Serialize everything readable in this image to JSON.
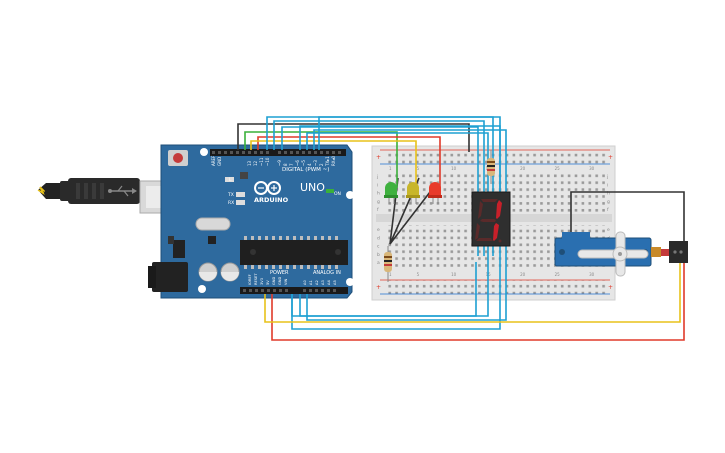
{
  "colors": {
    "background": "#ffffff",
    "arduino_board": "#2e6a9e",
    "breadboard": "#e6e6e6",
    "wire_blue": "#1ea0d2",
    "wire_red": "#e03a2a",
    "wire_green": "#3ab03a",
    "wire_yellow": "#e8c21a",
    "wire_black": "#333333",
    "led_green": "#3fb13f",
    "led_yellow": "#c8b62a",
    "led_red": "#e83a2a",
    "servo_body": "#2a6fb0",
    "display_segment": "#c8202a"
  },
  "arduino": {
    "brand": "ARDUINO",
    "model": "UNO",
    "on_label": "ON",
    "digital_label": "DIGITAL (PWM ~)",
    "power_label": "POWER",
    "analog_label": "ANALOG IN",
    "tx_label": "TX",
    "rx_label": "RX",
    "l_label": "L",
    "aref_label": "AREF",
    "gnd_label": "GND",
    "digital_pins": [
      "13",
      "12",
      "~11",
      "~10",
      "~9",
      "8",
      "7",
      "~6",
      "~5",
      "4",
      "~3",
      "2",
      "TX▸1",
      "RX◂0"
    ],
    "power_pins": [
      "IOREF",
      "RESET",
      "3V3",
      "5V",
      "GND",
      "GND",
      "VIN"
    ],
    "analog_pins": [
      "A0",
      "A1",
      "A2",
      "A3",
      "A4",
      "A5"
    ]
  },
  "breadboard": {
    "row_letters_top": [
      "j",
      "i",
      "h",
      "g",
      "f"
    ],
    "row_letters_bottom": [
      "e",
      "d",
      "c",
      "b",
      "a"
    ],
    "column_numbers": [
      "1",
      "5",
      "10",
      "15",
      "20",
      "25",
      "30"
    ]
  },
  "seven_segment": {
    "digit_shown": "1"
  },
  "icons": {
    "usb_cable": "usb-cable-icon",
    "usb_symbol": "usb-symbol-icon",
    "arduino_logo": "infinity-logo-icon"
  }
}
